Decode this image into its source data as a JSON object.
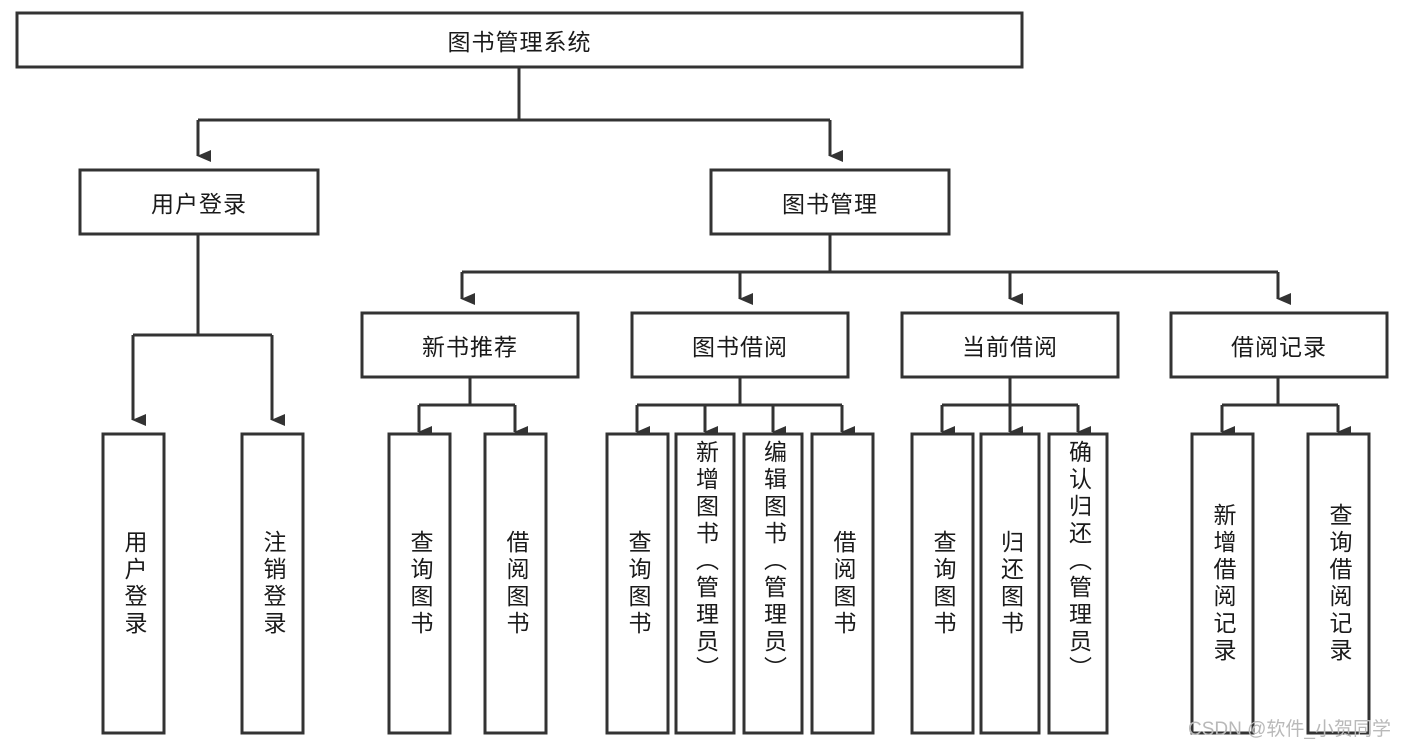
{
  "diagram": {
    "type": "tree-hierarchy-chart",
    "title": "图书管理系统",
    "stroke_color": "#333333",
    "fill_color": "#ffffff",
    "text_color": "#1a1a1a",
    "root": {
      "label": "图书管理系统",
      "orientation": "horizontal"
    },
    "level2": [
      {
        "label": "用户登录",
        "orientation": "horizontal"
      },
      {
        "label": "图书管理",
        "orientation": "horizontal"
      }
    ],
    "level3": [
      {
        "label": "新书推荐",
        "orientation": "horizontal"
      },
      {
        "label": "图书借阅",
        "orientation": "horizontal"
      },
      {
        "label": "当前借阅",
        "orientation": "horizontal"
      },
      {
        "label": "借阅记录",
        "orientation": "horizontal"
      }
    ],
    "leaves": {
      "user_login": [
        {
          "label": "用户登录",
          "orientation": "vertical"
        },
        {
          "label": "注销登录",
          "orientation": "vertical"
        }
      ],
      "new_book_recommend": [
        {
          "label": "查询图书",
          "orientation": "vertical"
        },
        {
          "label": "借阅图书",
          "orientation": "vertical"
        }
      ],
      "book_borrow": [
        {
          "label": "查询图书",
          "orientation": "vertical"
        },
        {
          "label": "新增图书（管理员）",
          "orientation": "vertical"
        },
        {
          "label": "编辑图书（管理员）",
          "orientation": "vertical"
        },
        {
          "label": "借阅图书",
          "orientation": "vertical"
        }
      ],
      "current_borrow": [
        {
          "label": "查询图书",
          "orientation": "vertical"
        },
        {
          "label": "归还图书",
          "orientation": "vertical"
        },
        {
          "label": "确认归还（管理员）",
          "orientation": "vertical"
        }
      ],
      "borrow_record": [
        {
          "label": "新增借阅记录",
          "orientation": "vertical"
        },
        {
          "label": "查询借阅记录",
          "orientation": "vertical"
        }
      ]
    }
  },
  "watermark": {
    "text": "CSDN @软件_小贺同学"
  }
}
